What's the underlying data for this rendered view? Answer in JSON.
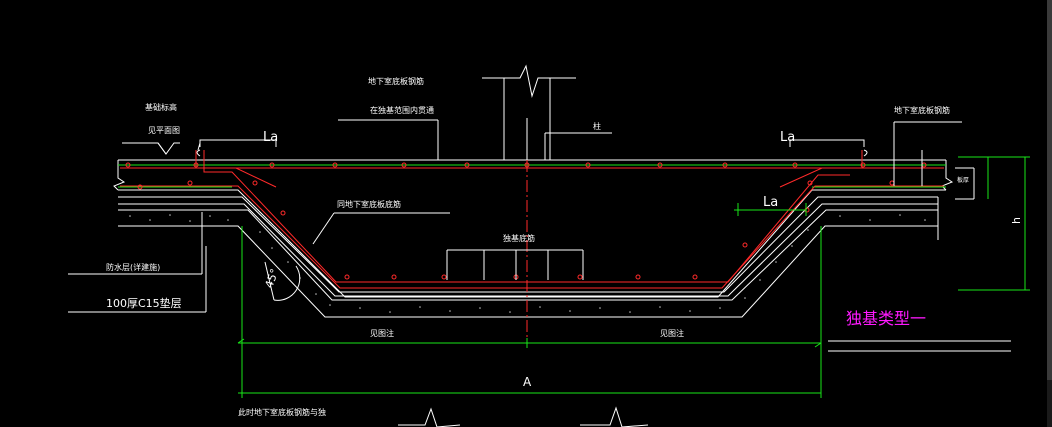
{
  "colors": {
    "background": "#000000",
    "linework": "#ffffff",
    "rebar": "#ff2a2a",
    "dimension": "#19e619",
    "title": "#ff19ff"
  },
  "labels": {
    "foundation_top_l1": "基础标高",
    "foundation_top_l2": "见平面图",
    "basement_slab_rebar": "地下室底板钢筋",
    "through_rebar": "在独基范围内贯通",
    "basement_slab_rebar_right": "地下室底板钢筋",
    "column": "柱",
    "same_as_basement_bottom": "同地下室底板底筋",
    "isolated_bottom_rebar": "独基底筋",
    "waterproof_layer": "防水层(详建施)",
    "cushion": "100厚C15垫层",
    "see_plan_left": "见图注",
    "see_plan_right": "见图注",
    "slab_thickness": "板厚",
    "angle": "45°",
    "la_left": "La",
    "la_right_top": "La",
    "la_right_mid": "La",
    "h": "h",
    "A": "A",
    "title": "独基类型一",
    "bottom_note": "此时地下室底板钢筋与独"
  }
}
